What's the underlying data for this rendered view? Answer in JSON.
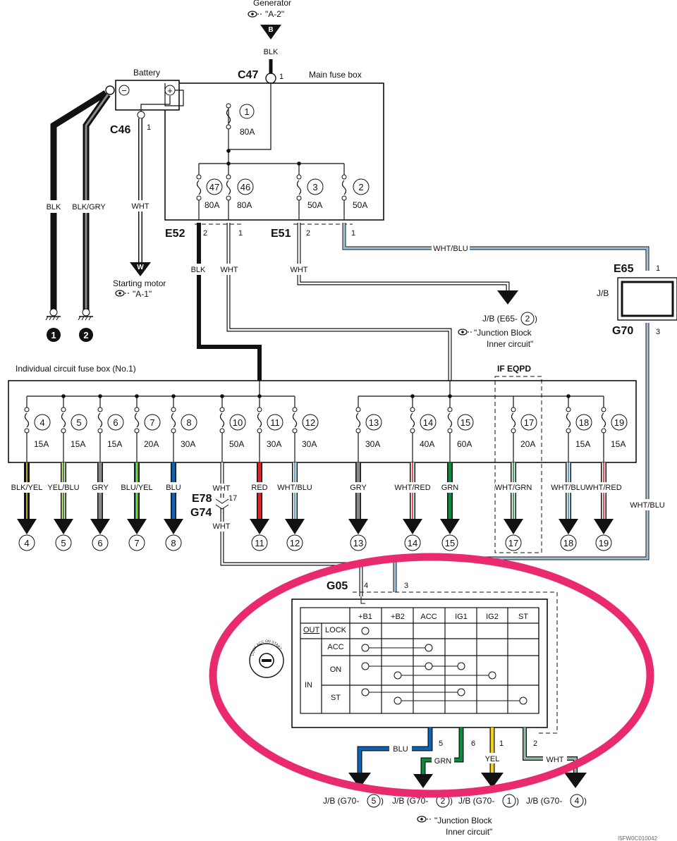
{
  "colors": {
    "BLK": "#111111",
    "WHT": "#ffffff",
    "GRY": "#8a8a8a",
    "BLU": "#0a64b8",
    "RED": "#e0222a",
    "GRN": "#0d8a3c",
    "YEL": "#f2d21b",
    "BLK/GRY": "#8a8a8a",
    "callout": "#ea2a6f"
  },
  "generator": {
    "title": "Generator",
    "ref": "\"A-2\"",
    "terminal": "B",
    "wire": "BLK"
  },
  "battery": {
    "title": "Battery",
    "minus": "−",
    "plus": "+"
  },
  "connectors": {
    "c47": "C47",
    "c47_pin": "1",
    "c46": "C46",
    "c46_pin": "1",
    "e52": "E52",
    "e52_pin_a": "2",
    "e52_pin_b": "1",
    "e51": "E51",
    "e51_pin_a": "2",
    "e51_pin_b": "1",
    "e65": "E65",
    "e65_pin": "1",
    "g70": "G70",
    "g70_pin": "3",
    "e78": "E78",
    "g74": "G74",
    "e78_pin": "17",
    "g05": "G05",
    "g05_pin_4": "4",
    "g05_pin_3": "3",
    "pin5": "5",
    "pin6": "6",
    "pin1": "1",
    "pin2": "2"
  },
  "main_fuse_box": {
    "title": "Main fuse box",
    "fuses": [
      {
        "no": "1",
        "amp": "80A"
      },
      {
        "no": "47",
        "amp": "80A"
      },
      {
        "no": "46",
        "amp": "80A"
      },
      {
        "no": "3",
        "amp": "50A"
      },
      {
        "no": "2",
        "amp": "50A"
      }
    ]
  },
  "starting_motor": {
    "title": "Starting motor",
    "ref": "\"A-1\"",
    "terminal": "W"
  },
  "grounds": [
    "1",
    "2"
  ],
  "wire_labels": {
    "blk_left": "BLK",
    "blkgry": "BLK/GRY",
    "wht_batt": "WHT",
    "e52_blk": "BLK",
    "e52_wht": "WHT",
    "e51_wht": "WHT",
    "wht_blu_top": "WHT/BLU",
    "wht_blu_right": "WHT/BLU",
    "e78_wht": "WHT",
    "g74_wht": "WHT"
  },
  "jb_e65": {
    "label": "J/B (E65-",
    "num": "2",
    "close": ")",
    "note1": "\"Junction Block",
    "note2": "Inner circuit\""
  },
  "jb_box": {
    "label": "J/B"
  },
  "individual_fuse_box": {
    "title": "Individual circuit fuse box (No.1)",
    "if_eqpd": "IF EQPD",
    "fuses": [
      {
        "no": "4",
        "amp": "15A",
        "wire": "BLK/YEL",
        "out": "4"
      },
      {
        "no": "5",
        "amp": "15A",
        "wire": "YEL/BLU",
        "out": "5"
      },
      {
        "no": "6",
        "amp": "15A",
        "wire": "GRY",
        "out": "6"
      },
      {
        "no": "7",
        "amp": "20A",
        "wire": "BLU/YEL",
        "out": "7"
      },
      {
        "no": "8",
        "amp": "30A",
        "wire": "BLU",
        "out": "8"
      },
      {
        "no": "10",
        "amp": "50A",
        "wire": "WHT",
        "out": ""
      },
      {
        "no": "11",
        "amp": "30A",
        "wire": "RED",
        "out": "11"
      },
      {
        "no": "12",
        "amp": "30A",
        "wire": "WHT/BLU",
        "out": "12"
      },
      {
        "no": "13",
        "amp": "30A",
        "wire": "GRY",
        "out": "13"
      },
      {
        "no": "14",
        "amp": "40A",
        "wire": "WHT/RED",
        "out": "14"
      },
      {
        "no": "15",
        "amp": "60A",
        "wire": "GRN",
        "out": "15"
      },
      {
        "no": "17",
        "amp": "20A",
        "wire": "WHT/GRN",
        "out": "17"
      },
      {
        "no": "18",
        "amp": "15A",
        "wire": "WHT/BLU",
        "out": "18"
      },
      {
        "no": "19",
        "amp": "15A",
        "wire": "WHT/RED",
        "out": "19"
      }
    ]
  },
  "ignition_switch": {
    "columns": [
      "+B1",
      "+B2",
      "ACC",
      "IG1",
      "IG2",
      "ST"
    ],
    "out_label": "OUT",
    "in_label": "IN",
    "rows": [
      "LOCK",
      "ACC",
      "ON",
      "ST"
    ],
    "key_text": "LOCK ACC ON START"
  },
  "bottom_wires": {
    "blu": "BLU",
    "grn": "GRN",
    "yel": "YEL",
    "wht": "WHT"
  },
  "bottom_jb": [
    {
      "label": "J/B (G70-",
      "num": "5",
      "close": ")"
    },
    {
      "label": "J/B (G70-",
      "num": "2",
      "close": ")"
    },
    {
      "label": "J/B (G70-",
      "num": "1",
      "close": ")"
    },
    {
      "label": "J/B (G70-",
      "num": "4",
      "close": ")"
    }
  ],
  "bottom_note": {
    "line1": "\"Junction Block",
    "line2": "Inner circuit\""
  },
  "doc_code": "I5FW0C010042"
}
